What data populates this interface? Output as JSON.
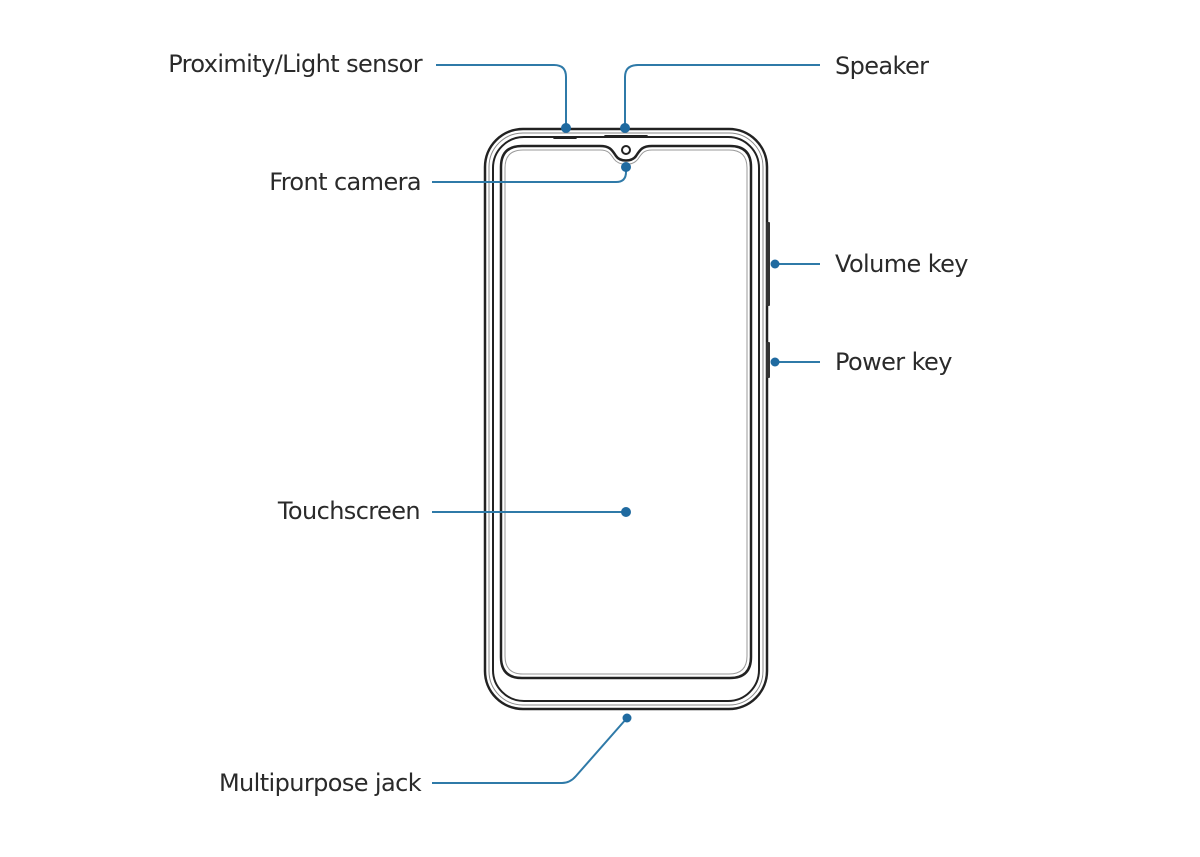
{
  "colors": {
    "leader_line": "#2f7aa8",
    "dot": "#1f6aa0",
    "outline": "#222222",
    "text": "#2a2a2a"
  },
  "labels": {
    "proximity_sensor": "Proximity/Light sensor",
    "speaker": "Speaker",
    "front_camera": "Front camera",
    "volume_key": "Volume key",
    "power_key": "Power key",
    "touchscreen": "Touchscreen",
    "multipurpose_jack": "Multipurpose jack"
  }
}
